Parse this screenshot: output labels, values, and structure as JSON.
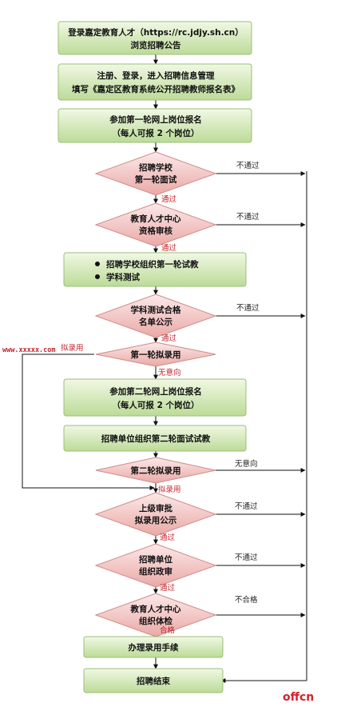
{
  "colors": {
    "box_fill_top": "#f1f8e4",
    "box_fill_bottom": "#bcdb98",
    "box_stroke": "#9bbf78",
    "diamond_fill_top": "#fbe9e9",
    "diamond_fill_bottom": "#e9a9a6",
    "diamond_stroke": "#cf8a86",
    "yes_label": "#c0222a",
    "line": "#111111",
    "brand": "#d2232a"
  },
  "steps": {
    "s1": {
      "lines": [
        "登录嘉定教育人才（https://rc.jdjy.sh.cn）",
        "浏览招聘公告"
      ]
    },
    "s2": {
      "lines": [
        "注册、登录，进入招聘信息管理",
        "填写《嘉定区教育系统公开招聘教师报名表》"
      ]
    },
    "s3": {
      "lines": [
        "参加第一轮网上岗位报名",
        "（每人可报 2 个岗位）"
      ]
    },
    "d1": {
      "lines": [
        "招聘学校",
        "第一轮面试"
      ],
      "no": "不通过",
      "yes": "通过"
    },
    "d2": {
      "lines": [
        "教育人才中心",
        "资格审核"
      ],
      "no": "不通过",
      "yes": "通过"
    },
    "s4": {
      "bullets": [
        "招聘学校组织第一轮试教",
        "学科测试"
      ]
    },
    "d3": {
      "lines": [
        "学科测试合格",
        "名单公示"
      ],
      "no": "不通过",
      "yes": "通过"
    },
    "d4": {
      "lines": [
        "第一轮拟录用"
      ],
      "no": "无意向",
      "yes": "拟录用"
    },
    "s5": {
      "lines": [
        "参加第二轮网上岗位报名",
        "（每人可报 2 个岗位）"
      ]
    },
    "s6": {
      "lines": [
        "招聘单位组织第二轮面试试教"
      ]
    },
    "d5": {
      "lines": [
        "第二轮拟录用"
      ],
      "no": "无意向",
      "yes": "拟录用"
    },
    "d6": {
      "lines": [
        "上级审批",
        "拟录用公示"
      ],
      "no": "不通过",
      "yes": "通过"
    },
    "d7": {
      "lines": [
        "招聘单位",
        "组织政审"
      ],
      "no": "不通过",
      "yes": "通过"
    },
    "d8": {
      "lines": [
        "教育人才中心",
        "组织体检"
      ],
      "no": "不合格",
      "yes": "合格"
    },
    "s7": {
      "lines": [
        "办理录用手续"
      ]
    },
    "s8": {
      "lines": [
        "招聘结束"
      ]
    }
  },
  "watermark": "www.xxxxx.com",
  "brand": "offcn"
}
